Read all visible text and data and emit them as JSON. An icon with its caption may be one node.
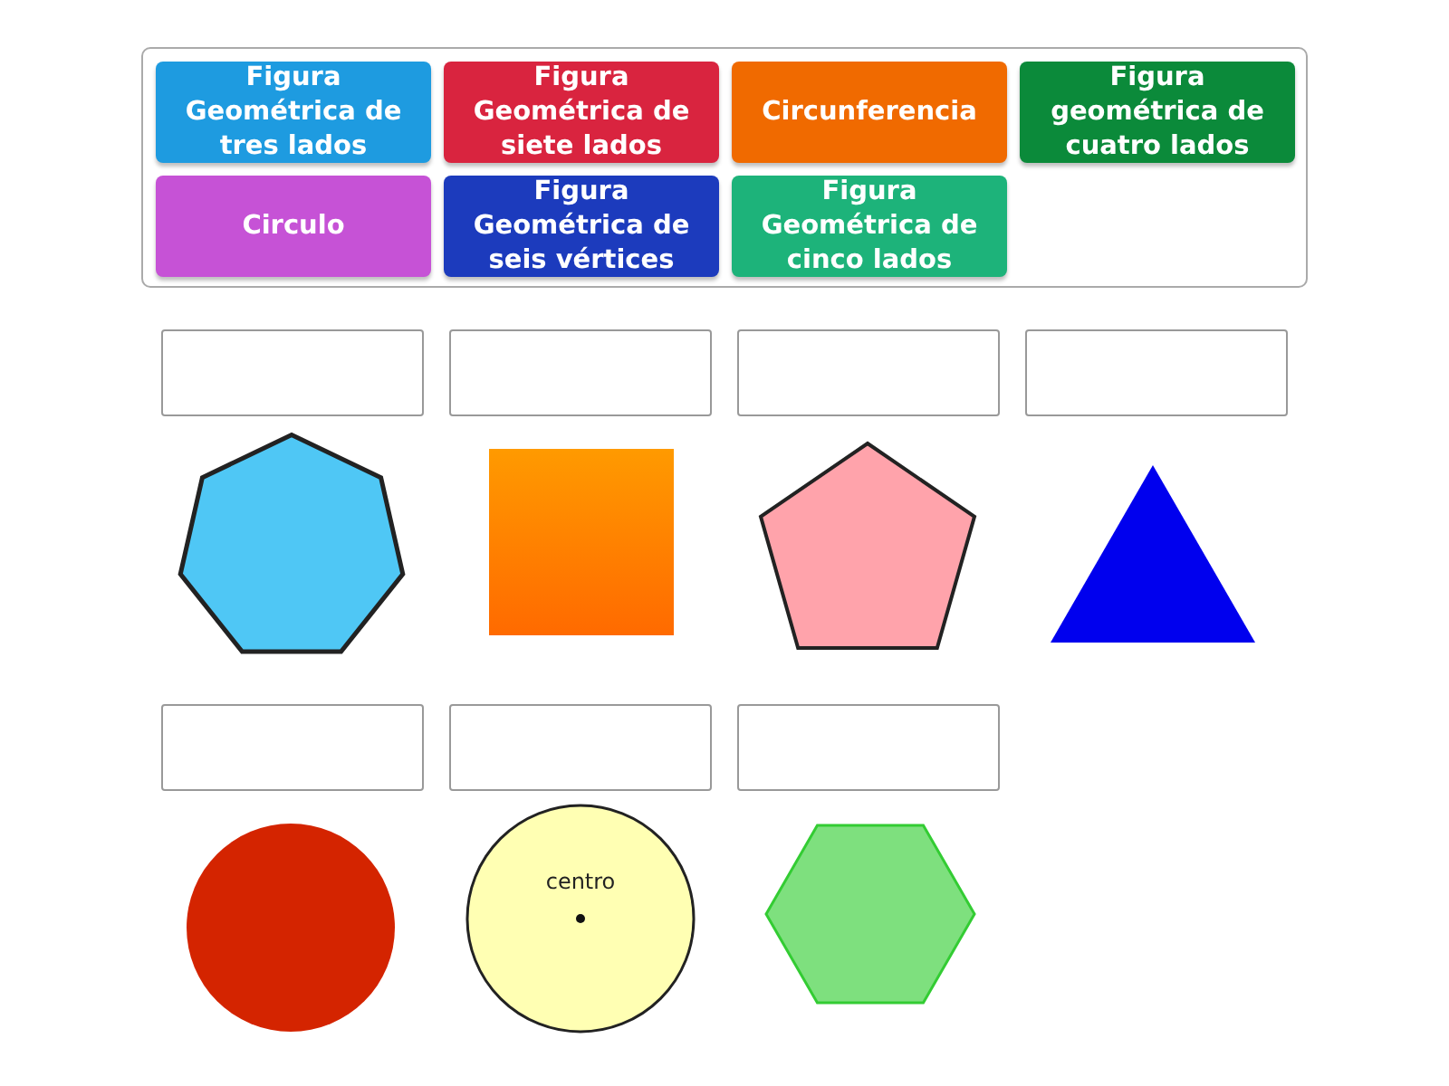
{
  "diagram": {
    "nodes": [
      {
        "text": [],
        "shape": "box"
      },
      {
        "text": [
          "Figura Geométrica de tres lados"
        ],
        "in": 0
      },
      {
        "text": [
          "Figura Geométrica de siete lados"
        ],
        "in": 0
      },
      {
        "text": [
          "Circunferencia"
        ],
        "in": 0
      },
      {
        "text": [
          "Figura geométrica de cuatro lados"
        ],
        "in": 0
      },
      {
        "text": [
          "Circulo"
        ],
        "in": 0
      },
      {
        "text": [
          "Figura Geométrica de seis vértices"
        ],
        "in": 0
      },
      {
        "text": [
          "Figura Geométrica de cinco lados"
        ],
        "in": 0
      },
      {
        "text": [],
        "shape": "box"
      },
      {
        "text": [],
        "shape": "box"
      },
      {
        "text": [],
        "shape": "box"
      },
      {
        "text": [],
        "shape": "box"
      },
      {
        "text": [],
        "shape": "heptagon"
      },
      {
        "text": [],
        "shape": "square"
      },
      {
        "text": [],
        "shape": "pentagon"
      },
      {
        "text": [],
        "shape": "triangle"
      },
      {
        "text": [],
        "shape": "box"
      },
      {
        "text": [],
        "shape": "box"
      },
      {
        "text": [],
        "shape": "box"
      },
      {
        "text": [],
        "shape": "circle"
      },
      {
        "text": [
          "centro"
        ]
      },
      {
        "text": [],
        "shape": "hexagon"
      }
    ]
  }
}
